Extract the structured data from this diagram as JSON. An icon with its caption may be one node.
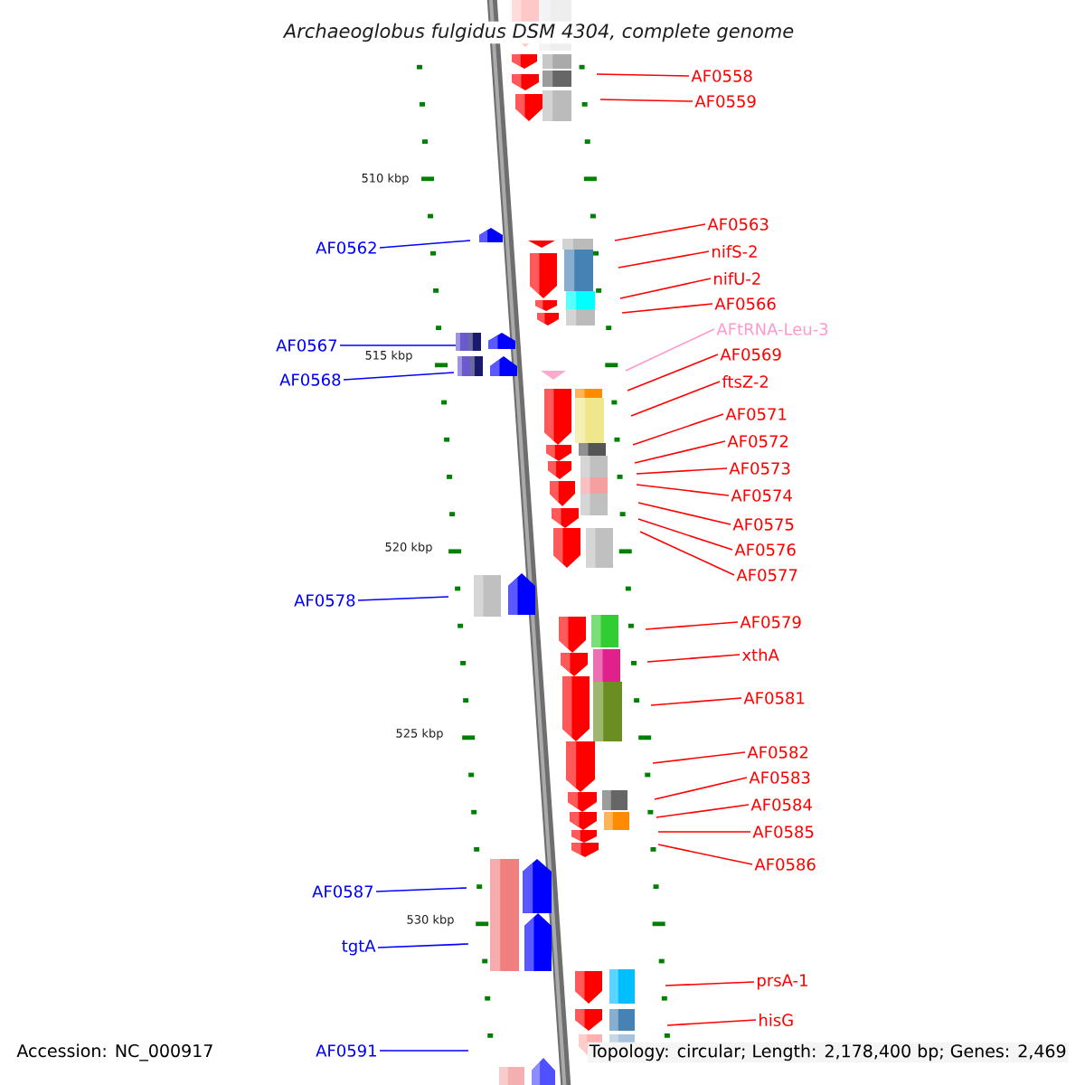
{
  "diagram": {
    "title": "Archaeoglobus fulgidus DSM 4304, complete genome",
    "nodes": [
      {
        "text": [
          "AF0558"
        ]
      },
      {
        "text": [
          "AF0559"
        ]
      },
      {
        "text": [
          "AF0563"
        ]
      },
      {
        "text": [
          "nifS-2"
        ]
      },
      {
        "text": [
          "nifU-2"
        ]
      },
      {
        "text": [
          "AF0566"
        ]
      },
      {
        "text": [
          "AFtRNA-Leu-3"
        ]
      },
      {
        "text": [
          "AF0569"
        ]
      },
      {
        "text": [
          "ftsZ-2"
        ]
      },
      {
        "text": [
          "AF0571"
        ]
      },
      {
        "text": [
          "AF0572"
        ]
      },
      {
        "text": [
          "AF0573"
        ]
      },
      {
        "text": [
          "AF0574"
        ]
      },
      {
        "text": [
          "AF0575"
        ]
      },
      {
        "text": [
          "AF0576"
        ]
      },
      {
        "text": [
          "AF0577"
        ]
      },
      {
        "text": [
          "AF0579"
        ]
      },
      {
        "text": [
          "xthA"
        ]
      },
      {
        "text": [
          "AF0581"
        ]
      },
      {
        "text": [
          "AF0582"
        ]
      },
      {
        "text": [
          "AF0583"
        ]
      },
      {
        "text": [
          "AF0584"
        ]
      },
      {
        "text": [
          "AF0585"
        ]
      },
      {
        "text": [
          "AF0586"
        ]
      },
      {
        "text": [
          "prsA-1"
        ]
      },
      {
        "text": [
          "hisG"
        ]
      },
      {
        "text": [
          "AF0562"
        ]
      },
      {
        "text": [
          "AF0567"
        ]
      },
      {
        "text": [
          "AF0568"
        ]
      },
      {
        "text": [
          "AF0578"
        ]
      },
      {
        "text": [
          "AF0587"
        ]
      },
      {
        "text": [
          "tgtA"
        ]
      },
      {
        "text": [
          "AF0591"
        ]
      }
    ],
    "edges": [
      {
        "from": 0,
        "to": null,
        "arrow": "none"
      },
      {
        "from": 1,
        "to": null,
        "arrow": "none"
      },
      {
        "from": 2,
        "to": null,
        "arrow": "none"
      },
      {
        "from": 3,
        "to": null,
        "arrow": "none"
      },
      {
        "from": 4,
        "to": null,
        "arrow": "none"
      },
      {
        "from": 5,
        "to": null,
        "arrow": "none"
      },
      {
        "from": 6,
        "to": null,
        "arrow": "none",
        "color": "#ff99cc"
      },
      {
        "from": 7,
        "to": null,
        "arrow": "none"
      },
      {
        "from": 8,
        "to": null,
        "arrow": "none"
      },
      {
        "from": 9,
        "to": null,
        "arrow": "none"
      },
      {
        "from": 10,
        "to": null,
        "arrow": "none"
      },
      {
        "from": 11,
        "to": null,
        "arrow": "none"
      },
      {
        "from": 12,
        "to": null,
        "arrow": "none"
      },
      {
        "from": 13,
        "to": null,
        "arrow": "none"
      },
      {
        "from": 14,
        "to": null,
        "arrow": "none"
      },
      {
        "from": 15,
        "to": null,
        "arrow": "none"
      },
      {
        "from": 16,
        "to": null,
        "arrow": "none"
      },
      {
        "from": 17,
        "to": null,
        "arrow": "none"
      },
      {
        "from": 18,
        "to": null,
        "arrow": "none"
      },
      {
        "from": 19,
        "to": null,
        "arrow": "none"
      },
      {
        "from": 20,
        "to": null,
        "arrow": "none"
      },
      {
        "from": 21,
        "to": null,
        "arrow": "none"
      },
      {
        "from": 22,
        "to": null,
        "arrow": "none"
      },
      {
        "from": 23,
        "to": null,
        "arrow": "none"
      },
      {
        "from": 24,
        "to": null,
        "arrow": "none"
      },
      {
        "from": 25,
        "to": null,
        "arrow": "none"
      },
      {
        "from": 26,
        "to": null,
        "arrow": "none",
        "color": "#0000ff"
      },
      {
        "from": 27,
        "to": null,
        "arrow": "none",
        "color": "#0000ff"
      },
      {
        "from": 28,
        "to": null,
        "arrow": "none",
        "color": "#0000ff"
      },
      {
        "from": 29,
        "to": null,
        "arrow": "none",
        "color": "#0000ff"
      },
      {
        "from": 30,
        "to": null,
        "arrow": "none",
        "color": "#0000ff"
      },
      {
        "from": 31,
        "to": null,
        "arrow": "none",
        "color": "#0000ff"
      },
      {
        "from": 32,
        "to": null,
        "arrow": "none",
        "color": "#0000ff"
      }
    ],
    "labels": [
      "510 kbp",
      "515 kbp",
      "520 kbp",
      "525 kbp",
      "530 kbp",
      "Accession: NC_000917",
      "Topology: circular; Length: 2,178,400 bp; Genes: 2,469"
    ]
  }
}
